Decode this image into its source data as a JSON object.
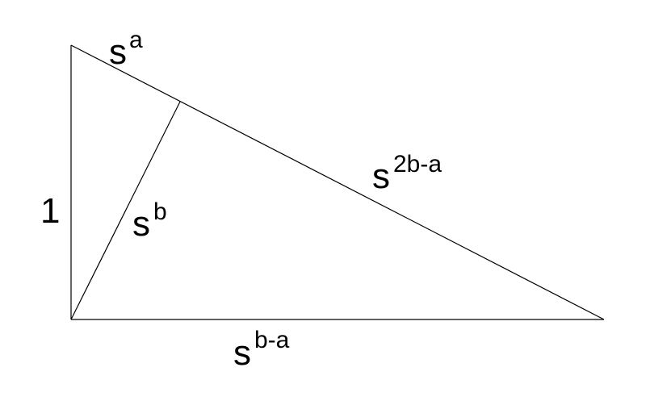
{
  "diagram": {
    "labels": {
      "left_side": "1",
      "top_short": {
        "base": "s",
        "exp": "a"
      },
      "top_long": {
        "base": "s",
        "exp": "2b-a"
      },
      "altitude": {
        "base": "s",
        "exp": "b"
      },
      "bottom": {
        "base": "s",
        "exp": "b-a"
      }
    },
    "colors": {
      "stroke": "#000000",
      "background": "#ffffff"
    }
  }
}
